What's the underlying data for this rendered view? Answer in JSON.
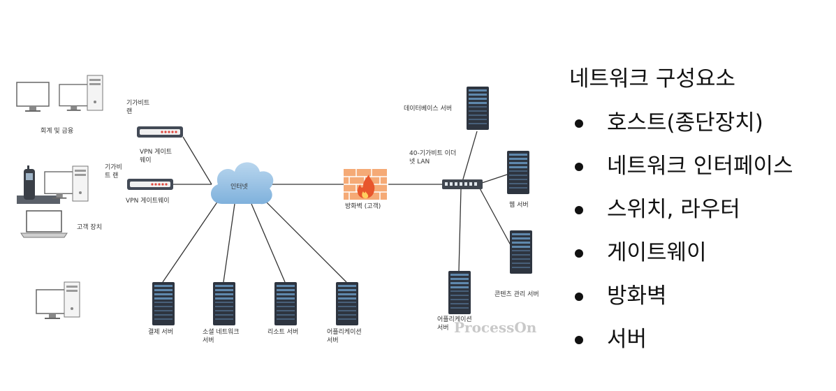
{
  "diagram": {
    "nodes": {
      "office_pc": {
        "label": "회계 및 금융"
      },
      "office_lan": {
        "label": "기가비트\n랜"
      },
      "vpn1": {
        "label": "VPN 게이트\n웨이"
      },
      "phone_lan": {
        "label": "기가비\n트 랜"
      },
      "vpn2": {
        "label": "VPN 게이트웨이"
      },
      "customer": {
        "label": "고객 장치"
      },
      "internet": {
        "label": "인터넷"
      },
      "firewall": {
        "label": "방화벽 (고객)"
      },
      "db_server": {
        "label": "데이터베이스 서버"
      },
      "eth_lan": {
        "label": "40-기가비트 이더\n넷 LAN"
      },
      "web_server": {
        "label": "웹 서버"
      },
      "cms_server": {
        "label": "콘텐츠 관리 서버"
      },
      "app_server_right": {
        "label": "어플리케이션\n서버"
      },
      "pay_server": {
        "label": "결제 서버"
      },
      "social_server": {
        "label": "소셜 네트워크\n서버"
      },
      "resort_server": {
        "label": "리소트 서버"
      },
      "app_server": {
        "label": "어플리케이션\n서버"
      }
    },
    "watermark": "ProcessOn"
  },
  "panel": {
    "title": "네트워크 구성요소",
    "items": [
      "호스트(종단장치)",
      "네트워크 인터페이스",
      "스위치, 라우터",
      "게이트웨이",
      "방화벽",
      "서버"
    ]
  }
}
